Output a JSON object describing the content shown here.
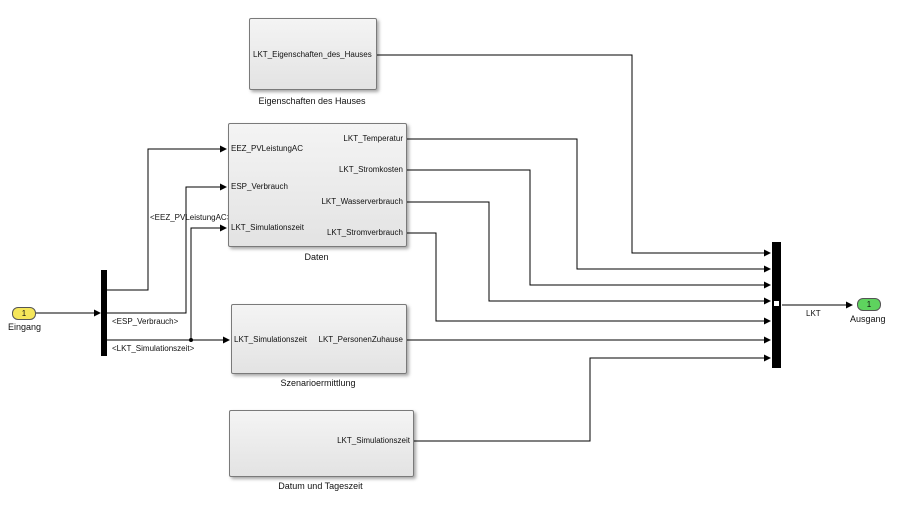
{
  "inport": {
    "number": "1",
    "label": "Eingang"
  },
  "outport": {
    "number": "1",
    "label": "Ausgang"
  },
  "blocks": {
    "eigenschaften": {
      "title": "Eigenschaften des Hauses",
      "out_port": "LKT_Eigenschaften_des_Hauses"
    },
    "daten": {
      "title": "Daten",
      "in_ports": [
        "EEZ_PVLeistungAC",
        "ESP_Verbrauch",
        "LKT_Simulationszeit"
      ],
      "out_ports": [
        "LKT_Temperatur",
        "LKT_Stromkosten",
        "LKT_Wasserverbrauch",
        "LKT_Stromverbrauch"
      ]
    },
    "szenario": {
      "title": "Szenarioermittlung",
      "in_port": "LKT_Simulationszeit",
      "out_port": "LKT_PersonenZuhause"
    },
    "datum": {
      "title": "Datum und Tageszeit",
      "out_port": "LKT_Simulationszeit"
    }
  },
  "signals": {
    "eez": "<EEZ_PVLeistungAC>",
    "esp": "<ESP_Verbrauch>",
    "lkt_sim": "<LKT_Simulationszeit>",
    "lkt_out": "LKT"
  }
}
